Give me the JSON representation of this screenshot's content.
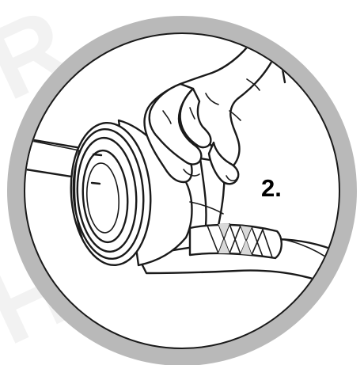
{
  "step": {
    "number_label": "2."
  },
  "colors": {
    "ring": "#b9b9b9",
    "ink": "#1a1a1a",
    "background": "#ffffff",
    "wrap_shading": "#d9d9d9"
  },
  "icons": {
    "hand": "hand-illustration",
    "flange": "pipe-flange-illustration",
    "tape": "tape-wrap-illustration"
  }
}
